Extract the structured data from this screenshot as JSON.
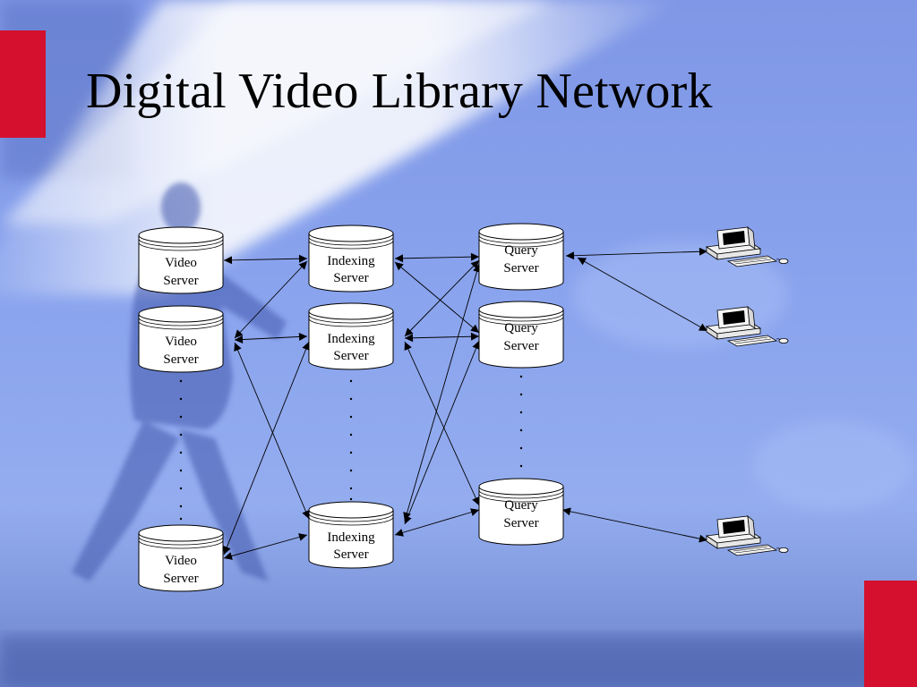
{
  "slide": {
    "title": "Digital Video Library Network",
    "accent_color": "#d4102e",
    "background_color": "#8aa4ee"
  },
  "diagram": {
    "video_servers": [
      {
        "label_line1": "Video",
        "label_line2": "Server"
      },
      {
        "label_line1": "Video",
        "label_line2": "Server"
      },
      {
        "label_line1": "Video",
        "label_line2": "Server"
      }
    ],
    "indexing_servers": [
      {
        "label_line1": "Indexing",
        "label_line2": "Server"
      },
      {
        "label_line1": "Indexing",
        "label_line2": "Server"
      },
      {
        "label_line1": "Indexing",
        "label_line2": "Server"
      }
    ],
    "query_servers": [
      {
        "label_line1": "Query",
        "label_line2": "Server"
      },
      {
        "label_line1": "Query",
        "label_line2": "Server"
      },
      {
        "label_line1": "Query",
        "label_line2": "Server"
      }
    ],
    "clients": [
      {
        "icon": "desktop-computer-icon"
      },
      {
        "icon": "desktop-computer-icon"
      },
      {
        "icon": "desktop-computer-icon"
      }
    ]
  }
}
